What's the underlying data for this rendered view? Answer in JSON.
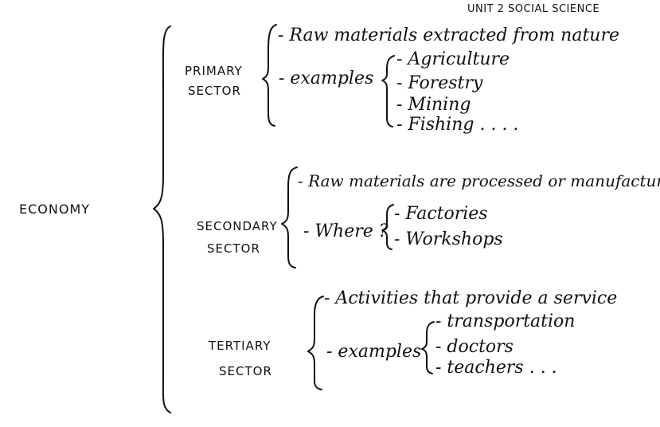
{
  "header": {
    "unit_label": "UNIT 2  SOCIAL SCIENCE"
  },
  "root": {
    "label": "ECONOMY"
  },
  "sectors": [
    {
      "name_line1": "PRIMARY",
      "name_line2": "SECTOR",
      "definition": "- Raw materials extracted from nature",
      "sub_label": "- examples",
      "items": [
        "- Agriculture",
        "- Forestry",
        "- Mining",
        "- Fishing . . . ."
      ]
    },
    {
      "name_line1": "SECONDARY",
      "name_line2": "SECTOR",
      "definition": "- Raw materials are processed or manufactured",
      "sub_label": "- Where ?",
      "items": [
        "- Factories",
        "- Workshops"
      ]
    },
    {
      "name_line1": "TERTIARY",
      "name_line2": "SECTOR",
      "definition": "- Activities that provide a service",
      "sub_label": "- examples",
      "items": [
        "- transportation",
        "- doctors",
        "- teachers . . ."
      ]
    }
  ]
}
